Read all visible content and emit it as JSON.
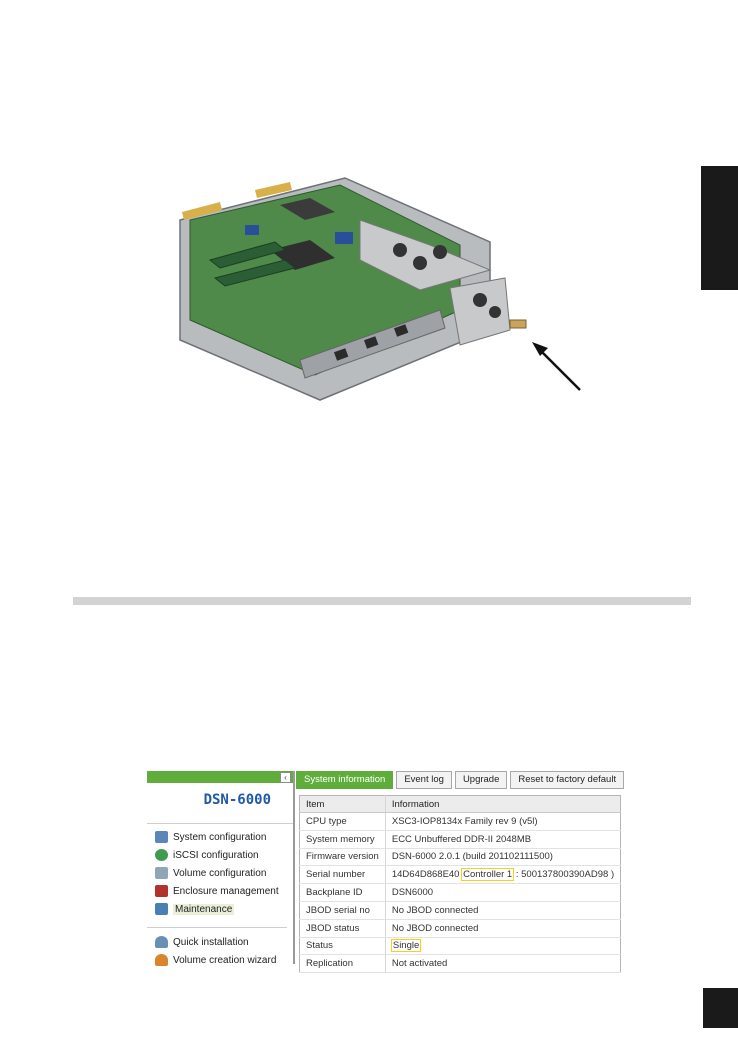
{
  "product_photo": {
    "subject": "controller board"
  },
  "sidebar": {
    "title": "DSN-6000",
    "collapse_icon": "chevron-left-icon",
    "items": [
      {
        "label": "System configuration",
        "icon": "monitor-icon",
        "color": "#5b86b8"
      },
      {
        "label": "iSCSI configuration",
        "icon": "globe-icon",
        "color": "#3f9b4f"
      },
      {
        "label": "Volume configuration",
        "icon": "drive-icon",
        "color": "#8fa6b7"
      },
      {
        "label": "Enclosure management",
        "icon": "enclosure-icon",
        "color": "#b2322c"
      },
      {
        "label": "Maintenance",
        "icon": "tools-icon",
        "color": "#4a7fb3"
      }
    ],
    "wizards": [
      {
        "label": "Quick installation",
        "icon": "wizard-hat-icon",
        "color": "#6a8fb7"
      },
      {
        "label": "Volume creation wizard",
        "icon": "wizard-hat-icon",
        "color": "#d9852e"
      }
    ]
  },
  "tabs": [
    {
      "label": "System information",
      "active": true
    },
    {
      "label": "Event log",
      "active": false
    },
    {
      "label": "Upgrade",
      "active": false
    },
    {
      "label": "Reset to factory default",
      "active": false
    }
  ],
  "table": {
    "headers": [
      "Item",
      "Information"
    ],
    "rows": [
      {
        "item": "CPU type",
        "info": "XSC3-IOP8134x Family rev 9 (v5l)"
      },
      {
        "item": "System memory",
        "info": "ECC Unbuffered DDR-II 2048MB"
      },
      {
        "item": "Firmware version",
        "info": "DSN-6000 2.0.1 (build 201102111500)"
      },
      {
        "item": "Serial number",
        "info_prefix": "14D64D868E40",
        "info_highlight": "Controller 1",
        "info_suffix": ": 500137800390AD98 )"
      },
      {
        "item": "Backplane ID",
        "info": "DSN6000"
      },
      {
        "item": "JBOD serial no",
        "info": "No JBOD connected"
      },
      {
        "item": "JBOD status",
        "info": "No JBOD connected"
      },
      {
        "item": "Status",
        "info_highlight": "Single"
      },
      {
        "item": "Replication",
        "info": "Not activated"
      }
    ]
  },
  "colors": {
    "accent_green": "#5fae3b",
    "title_blue": "#1f5aa8",
    "highlight_yellow": "#f2d21c",
    "tab_black": "#1a1a1a"
  }
}
